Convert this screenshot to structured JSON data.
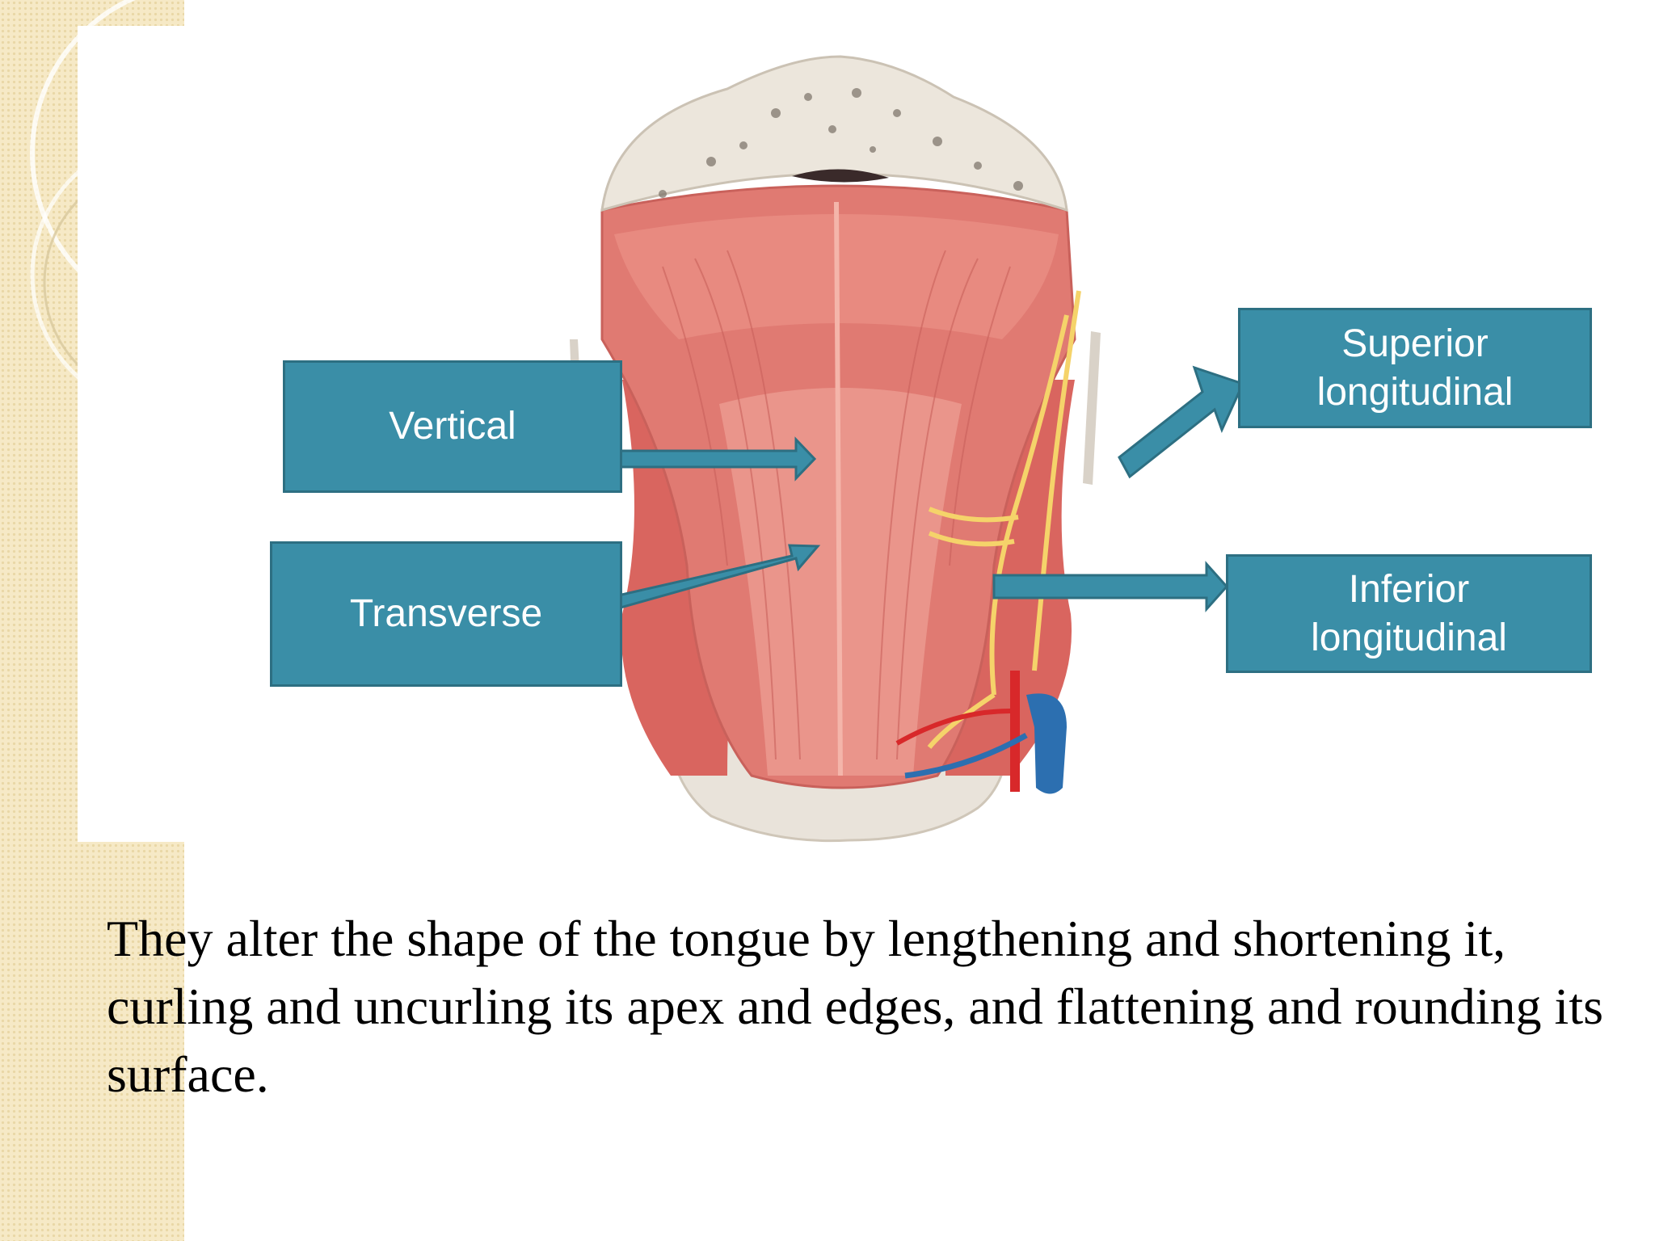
{
  "labels": {
    "vertical": "Vertical",
    "transverse": "Transverse",
    "superior_line1": "Superior",
    "superior_line2": "longitudinal",
    "inferior_line1": "Inferior",
    "inferior_line2": "longitudinal"
  },
  "caption": "They alter the shape of the tongue by lengthening and shortening it, curling and uncurling its apex and edges, and flattening and rounding its surface.",
  "colors": {
    "label_box": "#3a8ea7",
    "label_border": "#2d6f82",
    "muscle": "#e07a72",
    "bone": "#e9e3da",
    "nerve": "#f5d36a",
    "artery": "#d8282a",
    "vein": "#2c6fb0"
  }
}
